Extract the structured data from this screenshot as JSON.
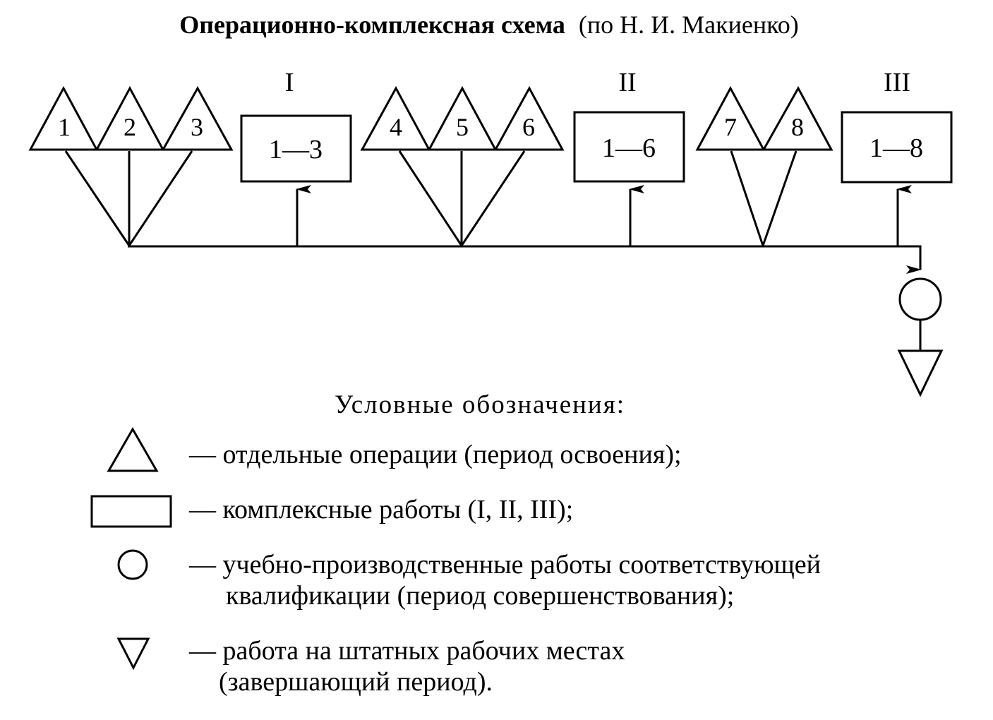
{
  "title": {
    "bold": "Операционно-комплексная схема",
    "normal": "(по Н. И. Макиенко)"
  },
  "operations": [
    {
      "label": "1"
    },
    {
      "label": "2"
    },
    {
      "label": "3"
    },
    {
      "label": "4"
    },
    {
      "label": "5"
    },
    {
      "label": "6"
    },
    {
      "label": "7"
    },
    {
      "label": "8"
    }
  ],
  "complex_works": [
    {
      "stage": "I",
      "label": "1—3"
    },
    {
      "stage": "II",
      "label": "1—6"
    },
    {
      "stage": "III",
      "label": "1—8"
    }
  ],
  "legend": {
    "heading": "Условные обозначения:",
    "items": [
      {
        "symbol": "triangle-up",
        "lines": [
          "— отдельные операции (период освоения);"
        ]
      },
      {
        "symbol": "rectangle",
        "lines": [
          "— комплексные работы (I,  II,  III);"
        ]
      },
      {
        "symbol": "circle",
        "lines": [
          "— учебно-производственные работы соответствующей",
          "квалификации (период совершенствования);"
        ]
      },
      {
        "symbol": "triangle-down",
        "lines": [
          "— работа на штатных рабочих местах",
          "(завершающий период)."
        ]
      }
    ]
  },
  "colors": {
    "stroke": "#000000",
    "background": "#ffffff"
  }
}
